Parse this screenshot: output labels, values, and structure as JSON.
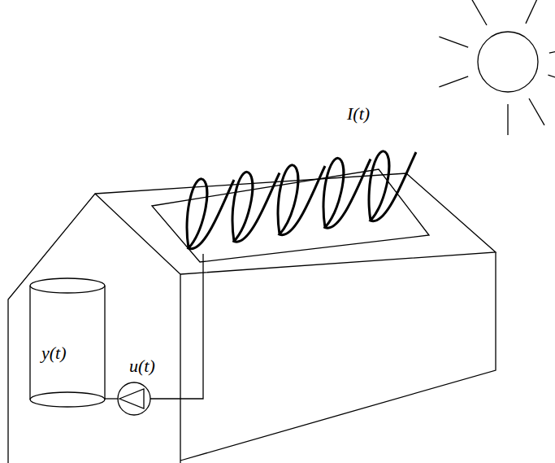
{
  "diagram": {
    "nodes": [
      {
        "text": [
          "y(t)"
        ]
      },
      {
        "text": [
          "u(t)"
        ]
      }
    ],
    "edges": [
      {
        "from": 0,
        "to": 1,
        "arrow": "none"
      }
    ],
    "labels": [
      "I(t)"
    ]
  }
}
